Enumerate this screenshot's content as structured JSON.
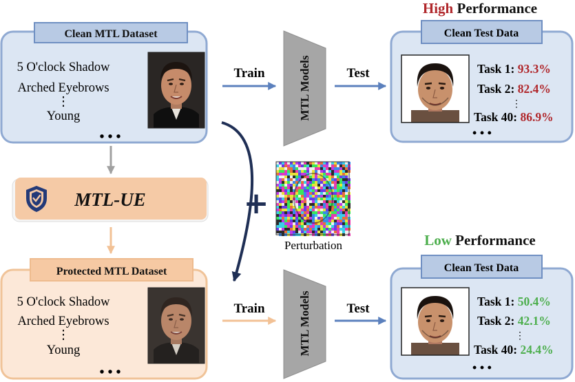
{
  "colors": {
    "clean_fill": "#dce6f3",
    "clean_border": "#8fa9d2",
    "clean_tab": "#b8cae4",
    "protected_fill": "#fce8d8",
    "protected_border": "#f0c398",
    "protected_tab": "#f6c9a3",
    "high_red": "#b0272b",
    "low_green": "#4cae4c",
    "arrow_blue": "#5b80bd",
    "arrow_orange": "#f2c195",
    "arrow_gray": "#a0a0a0",
    "curve_navy": "#1f2f55",
    "model_gray": "#a6a6a6"
  },
  "clean_dataset": {
    "title": "Clean MTL Dataset",
    "attributes": [
      "5 O'clock Shadow",
      "Arched Eyebrows",
      "⋮",
      "Young"
    ],
    "more": "• • •"
  },
  "protected_dataset": {
    "title": "Protected MTL Dataset",
    "attributes": [
      "5 O'clock Shadow",
      "Arched Eyebrows",
      "⋮",
      "Young"
    ],
    "more": "• • •"
  },
  "method": {
    "name": "MTL-UE",
    "icon": "shield-check-icon"
  },
  "perturbation": {
    "label": "Perturbation",
    "plus": "+"
  },
  "pipeline_top": {
    "train": "Train",
    "model": "MTL Models",
    "test": "Test"
  },
  "pipeline_bottom": {
    "train": "Train",
    "model": "MTL Models",
    "test": "Test"
  },
  "result_high": {
    "headline_word": "High",
    "headline_rest": " Performance",
    "title": "Clean Test Data",
    "tasks": [
      {
        "label": "Task 1: ",
        "value": "93.3%"
      },
      {
        "label": "Task 2: ",
        "value": "82.4%"
      },
      {
        "label": "Task 40: ",
        "value": "86.9%"
      }
    ],
    "vdots": "⋮",
    "more": "• • •"
  },
  "result_low": {
    "headline_word": "Low",
    "headline_rest": " Performance",
    "title": "Clean Test Data",
    "tasks": [
      {
        "label": "Task 1: ",
        "value": "50.4%"
      },
      {
        "label": "Task 2: ",
        "value": "42.1%"
      },
      {
        "label": "Task 40: ",
        "value": "24.4%"
      }
    ],
    "vdots": "⋮",
    "more": "• • •"
  }
}
